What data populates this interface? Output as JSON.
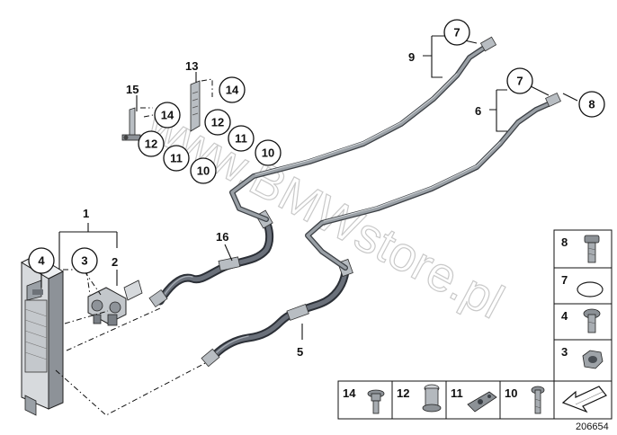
{
  "watermark": "www.BMWstore.pl",
  "reference_number": "206654",
  "callouts": {
    "c1": "1",
    "c2": "2",
    "c3": "3",
    "c4": "4",
    "c5": "5",
    "c6": "6",
    "c7a": "7",
    "c7b": "7",
    "c8": "8",
    "c9": "9",
    "c10a": "10",
    "c10b": "10",
    "c11a": "11",
    "c11b": "11",
    "c12a": "12",
    "c12b": "12",
    "c13": "13",
    "c14a": "14",
    "c14b": "14",
    "c15": "15",
    "c16": "16"
  },
  "legend_side": [
    {
      "label": "8",
      "icon": "bolt-icon"
    },
    {
      "label": "7",
      "icon": "o-ring-icon"
    },
    {
      "label": "4",
      "icon": "torx-bolt-icon"
    },
    {
      "label": "3",
      "icon": "hex-nut-icon"
    }
  ],
  "legend_bottom": [
    {
      "label": "14",
      "icon": "collar-screw-icon"
    },
    {
      "label": "12",
      "icon": "sleeve-nut-icon"
    },
    {
      "label": "11",
      "icon": "clip-bracket-icon"
    },
    {
      "label": "10",
      "icon": "screw-icon"
    }
  ]
}
